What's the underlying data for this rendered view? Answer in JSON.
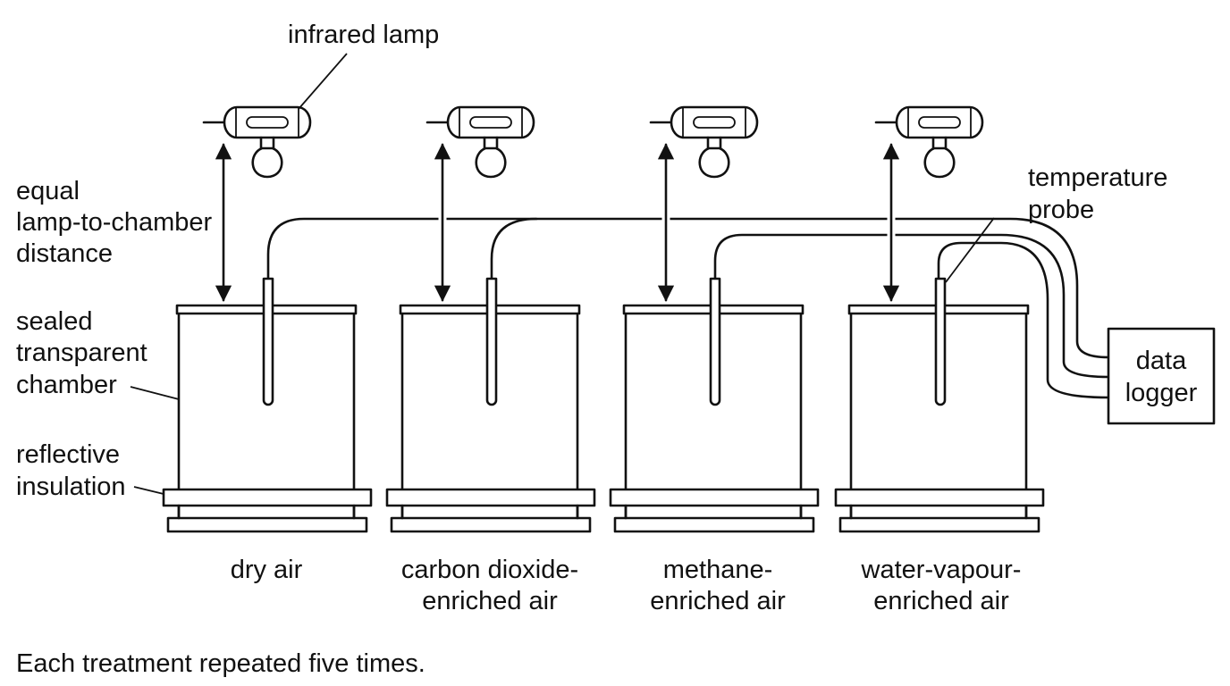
{
  "labels": {
    "infrared_lamp": "infrared lamp",
    "distance": [
      "equal",
      "lamp-to-chamber",
      "distance"
    ],
    "chamber": [
      "sealed",
      "transparent",
      "chamber"
    ],
    "insulation": [
      "reflective",
      "insulation"
    ],
    "probe": [
      "temperature",
      "probe"
    ],
    "logger": [
      "data",
      "logger"
    ]
  },
  "treatments": [
    {
      "lines": [
        "dry air"
      ]
    },
    {
      "lines": [
        "carbon dioxide-",
        "enriched air"
      ]
    },
    {
      "lines": [
        "methane-",
        "enriched air"
      ]
    },
    {
      "lines": [
        "water-vapour-",
        "enriched air"
      ]
    }
  ],
  "footnote": "Each treatment repeated five times."
}
